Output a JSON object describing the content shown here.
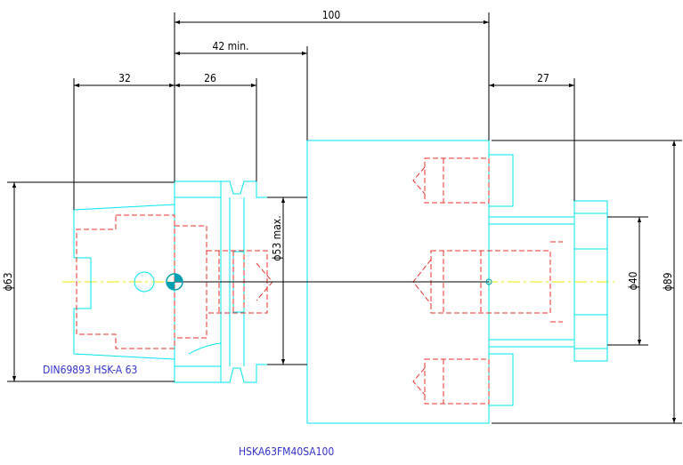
{
  "drawing": {
    "standard_label": "DIN69893 HSK-A 63",
    "part_number": "HSKA63FM40SA100"
  },
  "dimensions": {
    "overall_length": "100",
    "min_length": "42 min.",
    "shank_length": "32",
    "flange_length": "26",
    "pilot_length": "27",
    "shank_diameter": "ϕ63",
    "neck_diameter": "ϕ53 max.",
    "pilot_diameter": "ϕ40",
    "body_diameter": "ϕ89"
  },
  "colors": {
    "outline": "#00e5ee",
    "hidden": "#e8322a",
    "dimension": "#000000",
    "centerline": "#e8e800",
    "label": "#3333cc"
  }
}
